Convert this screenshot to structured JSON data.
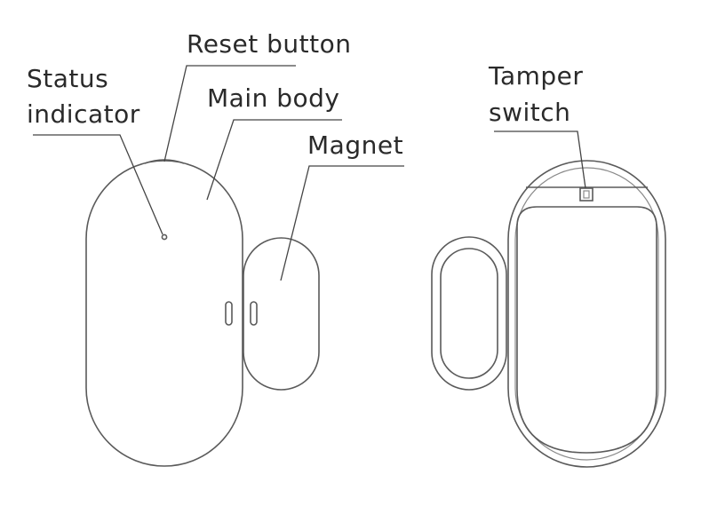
{
  "labels": {
    "reset_button": "Reset button",
    "status_line1": "Status",
    "status_line2": "indicator",
    "main_body": "Main body",
    "magnet": "Magnet",
    "tamper_line1": "Tamper",
    "tamper_line2": "switch"
  },
  "colors": {
    "outline": "#5a5a5a",
    "text": "#2a2a2a"
  }
}
